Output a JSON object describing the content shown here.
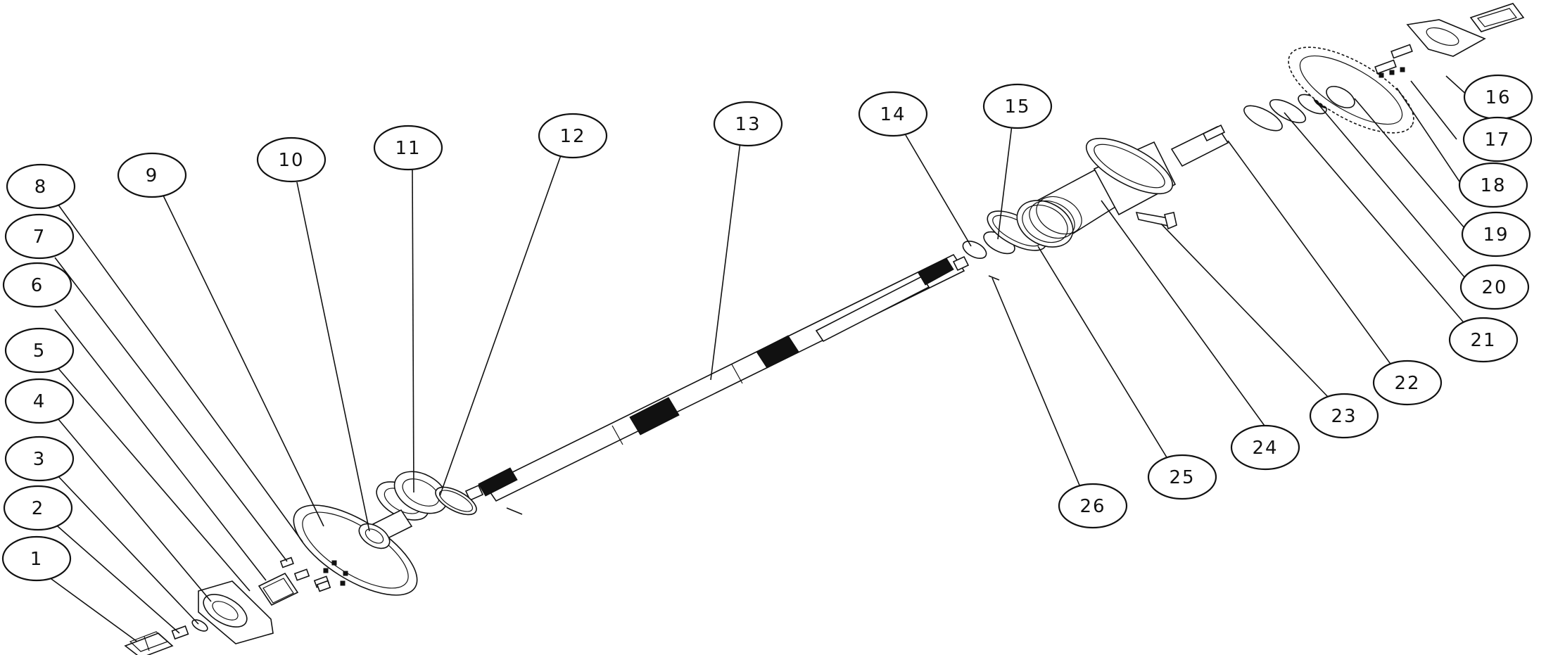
{
  "callouts": [
    {
      "id": "1",
      "label": "1"
    },
    {
      "id": "2",
      "label": "2"
    },
    {
      "id": "3",
      "label": "3"
    },
    {
      "id": "4",
      "label": "4"
    },
    {
      "id": "5",
      "label": "5"
    },
    {
      "id": "6",
      "label": "6"
    },
    {
      "id": "7",
      "label": "7"
    },
    {
      "id": "8",
      "label": "8"
    },
    {
      "id": "9",
      "label": "9"
    },
    {
      "id": "10",
      "label": "10"
    },
    {
      "id": "11",
      "label": "11"
    },
    {
      "id": "12",
      "label": "12"
    },
    {
      "id": "13",
      "label": "13"
    },
    {
      "id": "14",
      "label": "14"
    },
    {
      "id": "15",
      "label": "15"
    },
    {
      "id": "16",
      "label": "16"
    },
    {
      "id": "17",
      "label": "17"
    },
    {
      "id": "18",
      "label": "18"
    },
    {
      "id": "19",
      "label": "19"
    },
    {
      "id": "20",
      "label": "20"
    },
    {
      "id": "21",
      "label": "21"
    },
    {
      "id": "22",
      "label": "22"
    },
    {
      "id": "23",
      "label": "23"
    },
    {
      "id": "24",
      "label": "24"
    },
    {
      "id": "25",
      "label": "25"
    },
    {
      "id": "26",
      "label": "26"
    }
  ],
  "colors": {
    "line": "#111111",
    "background": "#ffffff"
  }
}
